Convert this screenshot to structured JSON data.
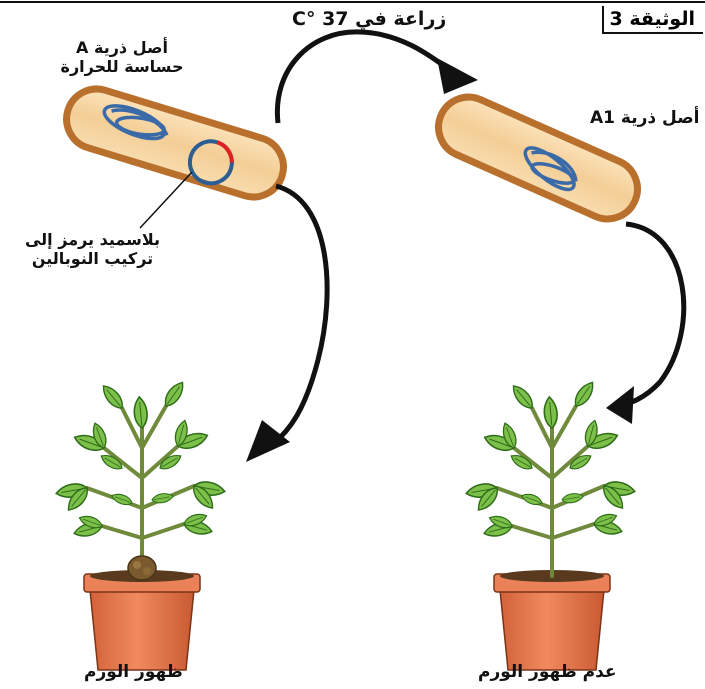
{
  "document_tag": "الوثيقة 3",
  "culture_label": "زراعة في 37 °C",
  "strain_a": {
    "line1": "أصل ذرية A",
    "line2": "حساسة للحرارة"
  },
  "strain_a1": "أصل ذرية A1",
  "plasmid_label": {
    "line1": "بلاسميد يرمز إلى",
    "line2": "تركيب النوبالين"
  },
  "result_left": "ظهور الورم",
  "result_right": "عدم ظهور الورم",
  "colors": {
    "bacterium_fill": "#f4ce96",
    "bacterium_outline": "#b9702c",
    "dna": "#3a6aa8",
    "plasmid_marker": "#e32020",
    "leaf": "#7cc04a",
    "leaf_dark": "#3f8a25",
    "pot": "#e2774b",
    "tumor": "#7a5a2e"
  }
}
